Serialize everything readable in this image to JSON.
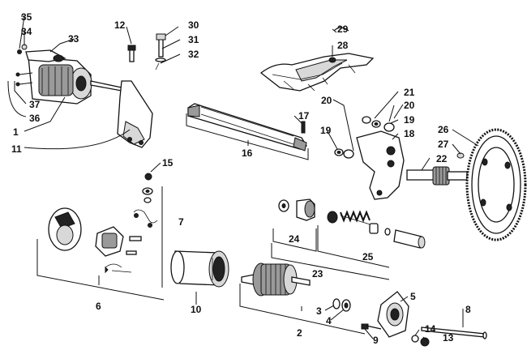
{
  "diagram": {
    "callouts": [
      {
        "id": "c35",
        "text": "35"
      },
      {
        "id": "c34",
        "text": "34"
      },
      {
        "id": "c33",
        "text": "33"
      },
      {
        "id": "c12",
        "text": "12"
      },
      {
        "id": "c30",
        "text": "30"
      },
      {
        "id": "c31",
        "text": "31"
      },
      {
        "id": "c32",
        "text": "32"
      },
      {
        "id": "c29",
        "text": "29"
      },
      {
        "id": "c28",
        "text": "28"
      },
      {
        "id": "c37",
        "text": "37"
      },
      {
        "id": "c36",
        "text": "36"
      },
      {
        "id": "c1",
        "text": "1"
      },
      {
        "id": "c11",
        "text": "11"
      },
      {
        "id": "c16",
        "text": "16"
      },
      {
        "id": "c17",
        "text": "17"
      },
      {
        "id": "c20a",
        "text": "20"
      },
      {
        "id": "c21",
        "text": "21"
      },
      {
        "id": "c20b",
        "text": "20"
      },
      {
        "id": "c19a",
        "text": "19"
      },
      {
        "id": "c19b",
        "text": "19"
      },
      {
        "id": "c18",
        "text": "18"
      },
      {
        "id": "c26",
        "text": "26"
      },
      {
        "id": "c27",
        "text": "27"
      },
      {
        "id": "c22",
        "text": "22"
      },
      {
        "id": "c15",
        "text": "15"
      },
      {
        "id": "c7",
        "text": "7"
      },
      {
        "id": "c24",
        "text": "24"
      },
      {
        "id": "c25",
        "text": "25"
      },
      {
        "id": "c23",
        "text": "23"
      },
      {
        "id": "c6",
        "text": "6"
      },
      {
        "id": "c10",
        "text": "10"
      },
      {
        "id": "c5",
        "text": "5"
      },
      {
        "id": "c3",
        "text": "3"
      },
      {
        "id": "c4",
        "text": "4"
      },
      {
        "id": "c8",
        "text": "8"
      },
      {
        "id": "c2",
        "text": "2"
      },
      {
        "id": "c14",
        "text": "14"
      },
      {
        "id": "c13",
        "text": "13"
      },
      {
        "id": "c9",
        "text": "9"
      }
    ]
  }
}
